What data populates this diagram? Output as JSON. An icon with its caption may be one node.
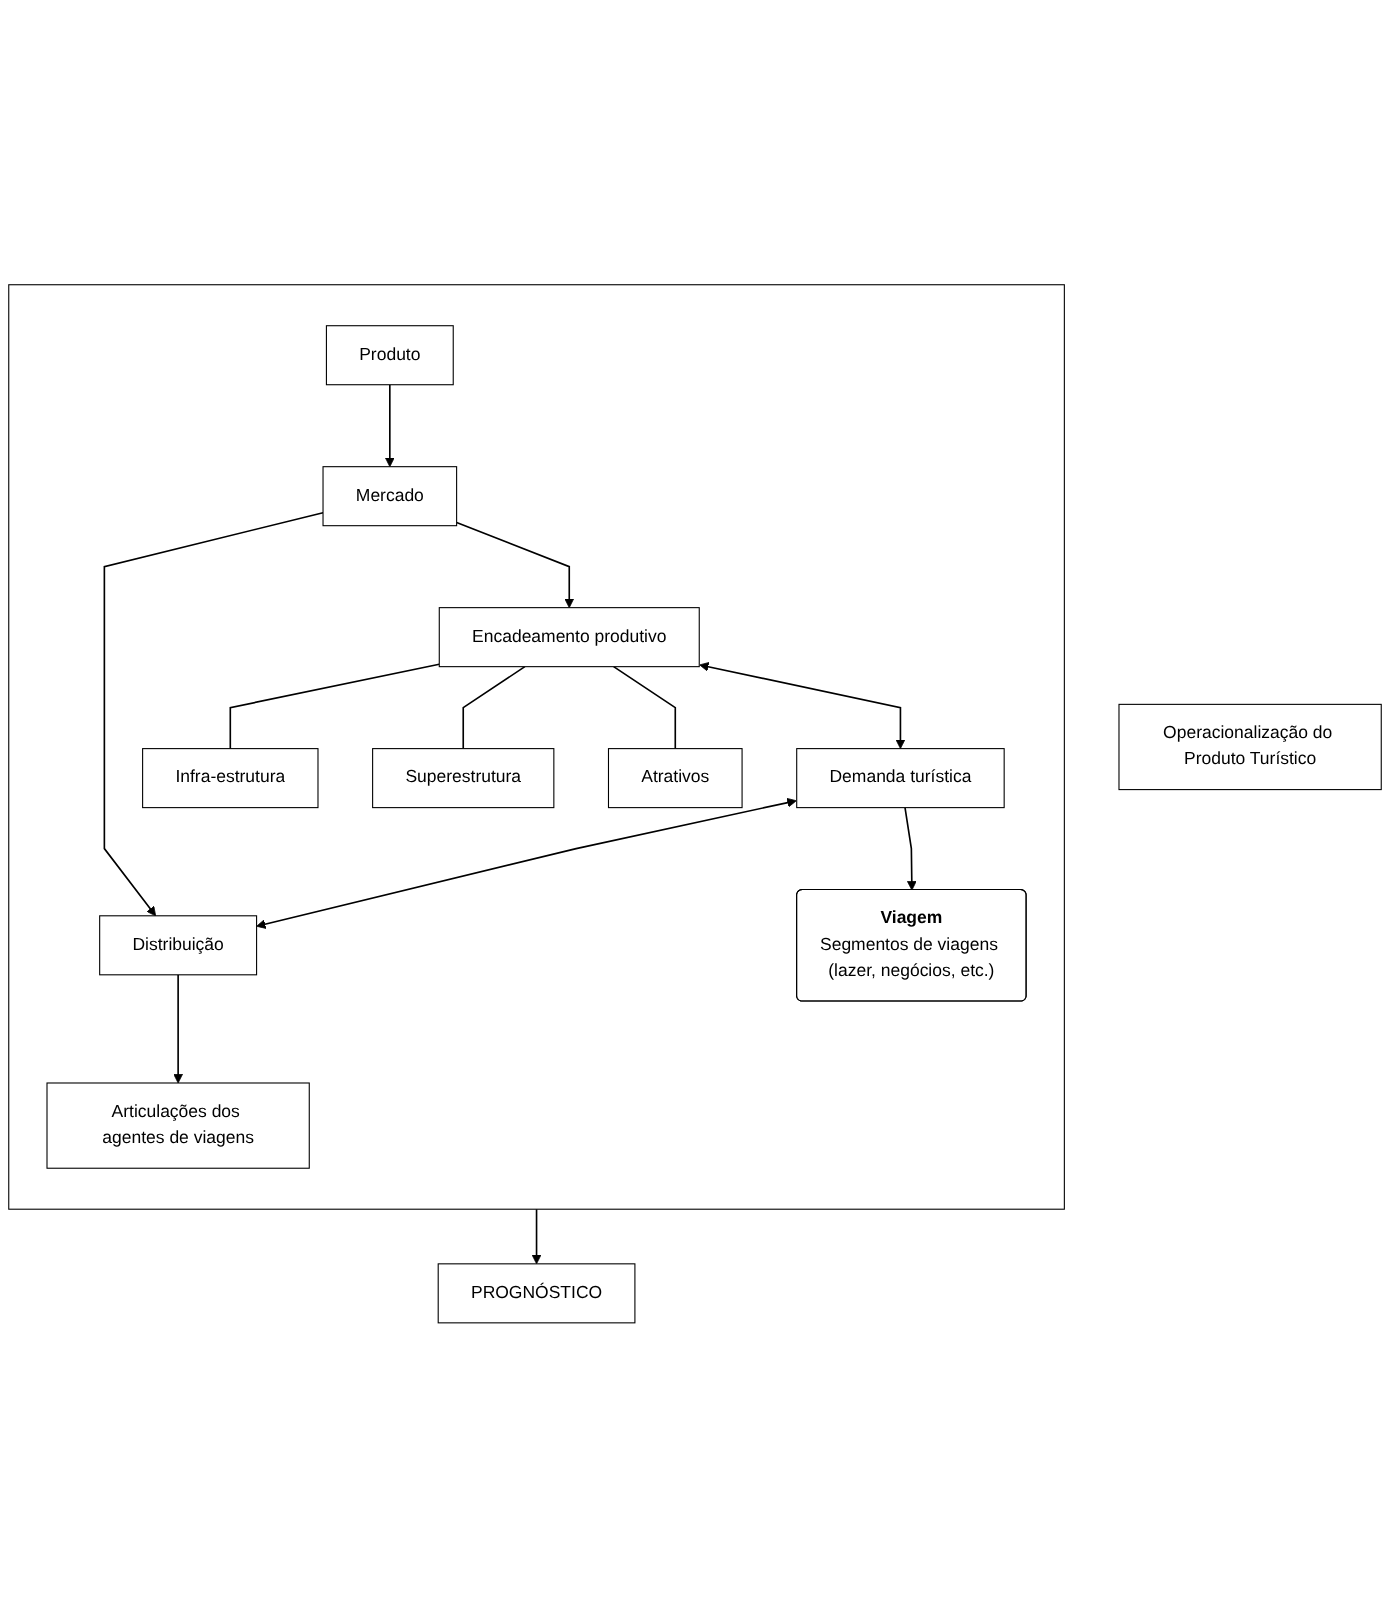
{
  "diagram": {
    "nodes": [
      {
        "text": [
          "Operacionalização do Produto Turístico"
        ]
      },
      {
        "text": [],
        "shape": "box"
      },
      {
        "text": [
          "Produto"
        ],
        "in": 1
      },
      {
        "text": [
          "Mercado"
        ],
        "in": 1
      },
      {
        "text": [
          "Encadeamento produtivo"
        ],
        "in": 1
      },
      {
        "text": [
          "Demanda turística"
        ],
        "in": 1
      },
      {
        "text": [
          "Distribuição"
        ],
        "in": 1
      },
      {
        "text": [
          "Infra-estrutura"
        ],
        "in": 1
      },
      {
        "text": [
          "Superestrutura"
        ],
        "in": 1
      },
      {
        "text": [
          "Atrativos"
        ],
        "in": 1
      },
      {
        "text": [
          "Viagem",
          "Segmentos de viagens (lazer, negócios, etc.)"
        ],
        "in": 1
      },
      {
        "text": [
          "Articulações dos agentes de viagens"
        ],
        "in": 1
      },
      {
        "text": [
          "PROGNÓSTICO"
        ]
      }
    ],
    "edges": [
      {
        "from": 2,
        "to": 3,
        "arrow": "to"
      },
      {
        "from": 3,
        "to": 4,
        "arrow": "to"
      },
      {
        "from": 3,
        "to": 6,
        "arrow": "to"
      },
      {
        "from": 4,
        "to": 5,
        "arrow": "both"
      },
      {
        "from": 5,
        "to": 6,
        "arrow": "both"
      },
      {
        "from": 5,
        "to": 10,
        "arrow": "to"
      },
      {
        "from": 6,
        "to": 11,
        "arrow": "to"
      },
      {
        "from": 4,
        "to": 7,
        "arrow": "none"
      },
      {
        "from": 4,
        "to": 8,
        "arrow": "none"
      },
      {
        "from": 4,
        "to": 9,
        "arrow": "none"
      },
      {
        "from": 1,
        "to": 12,
        "arrow": "to"
      }
    ]
  }
}
